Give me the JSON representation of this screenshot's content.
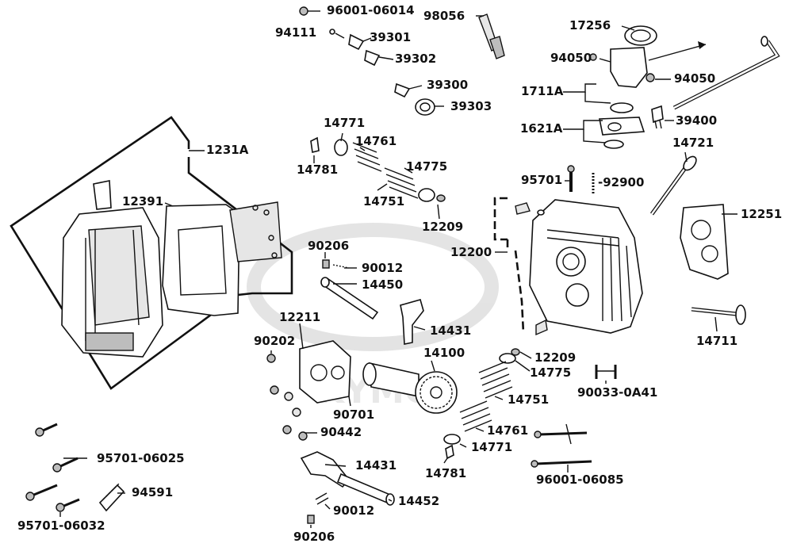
{
  "labels": [
    "96001-06014",
    "94111",
    "39301",
    "39302",
    "98056",
    "39300",
    "39303",
    "17256",
    "94050",
    "94050",
    "1711A",
    "1621A",
    "39400",
    "14721",
    "1231A",
    "12391",
    "14771",
    "14761",
    "14781",
    "14775",
    "14751",
    "12209",
    "95701",
    "-92900",
    "12200",
    "12251",
    "90206",
    "90012",
    "14450",
    "14431",
    "12211",
    "90202",
    "14100",
    "12209",
    "14775",
    "90033-0A41",
    "14751",
    "14711",
    "90701",
    "90442",
    "14761",
    "14771",
    "14781",
    "95701-06025",
    "94591",
    "14431",
    "14452",
    "90012",
    "96001-06085",
    "95701-06032",
    "90206"
  ],
  "watermark": "KYMCO"
}
